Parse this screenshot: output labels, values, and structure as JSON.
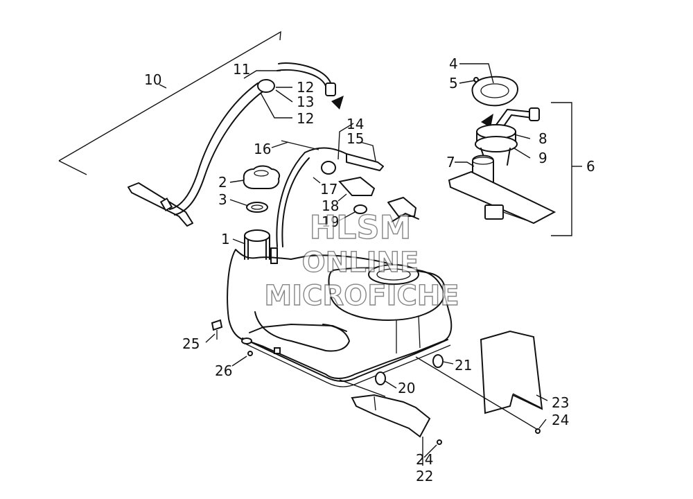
{
  "watermark": {
    "line1": "HLSM",
    "line2": "ONLINE",
    "line3": "MICROFICHE"
  },
  "callouts": {
    "c1": "1",
    "c2": "2",
    "c3": "3",
    "c4": "4",
    "c5": "5",
    "c6": "6",
    "c7": "7",
    "c8": "8",
    "c9": "9",
    "c10": "10",
    "c11": "11",
    "c12a": "12",
    "c12b": "12",
    "c13": "13",
    "c14": "14",
    "c15": "15",
    "c16": "16",
    "c17": "17",
    "c18": "18",
    "c19": "19",
    "c20": "20",
    "c21": "21",
    "c22": "22",
    "c23": "23",
    "c24a": "24",
    "c24b": "24",
    "c25": "25",
    "c26": "26"
  }
}
